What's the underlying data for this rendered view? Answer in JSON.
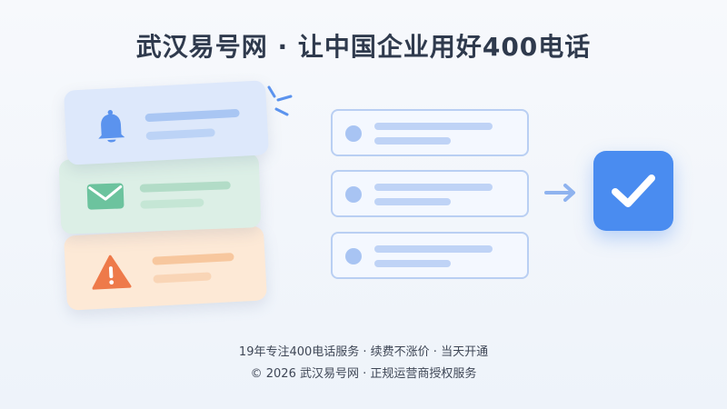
{
  "header": {
    "title": "武汉易号网 · 让中国企业用好400电话"
  },
  "illustration": {
    "icons": [
      "bell-icon",
      "envelope-icon",
      "warning-icon",
      "sparkle-icon",
      "arrow-right-icon",
      "checkmark-icon"
    ],
    "colors": {
      "accent": "#4a8cf0",
      "bell": "#5b93ee",
      "mail": "#6cc39e",
      "warning": "#ee7a4a"
    }
  },
  "footer": {
    "line1": "19年专注400电话服务 · 续费不涨价 · 当天开通",
    "line2": "© 2026 武汉易号网 · 正规运营商授权服务"
  }
}
